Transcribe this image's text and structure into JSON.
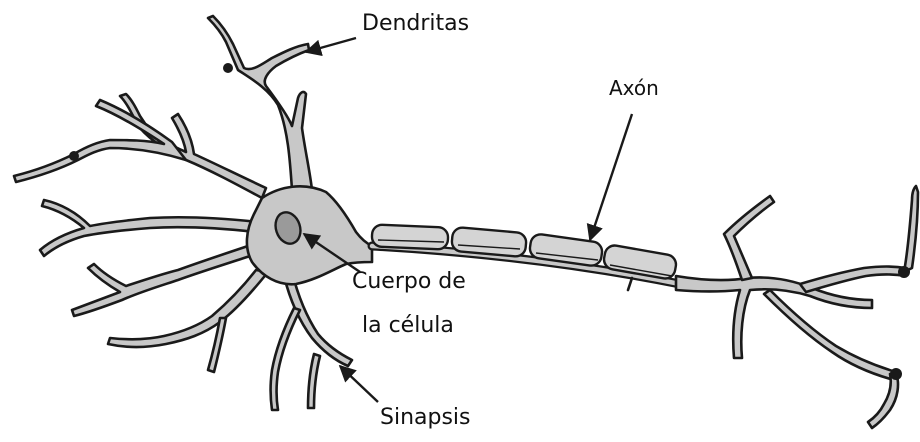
{
  "diagram": {
    "labels": {
      "dendrites": "Dendritas",
      "axon": "Axón",
      "cell_body_line1": "Cuerpo de",
      "cell_body_line2": "la célula",
      "synapse": "Sinapsis"
    },
    "colors": {
      "membrane_fill": "#c8c8c8",
      "outline": "#1a1a1a",
      "myelin_fill": "#d4d4d4",
      "nucleus_fill": "#9a9a9a",
      "text": "#111111"
    }
  }
}
